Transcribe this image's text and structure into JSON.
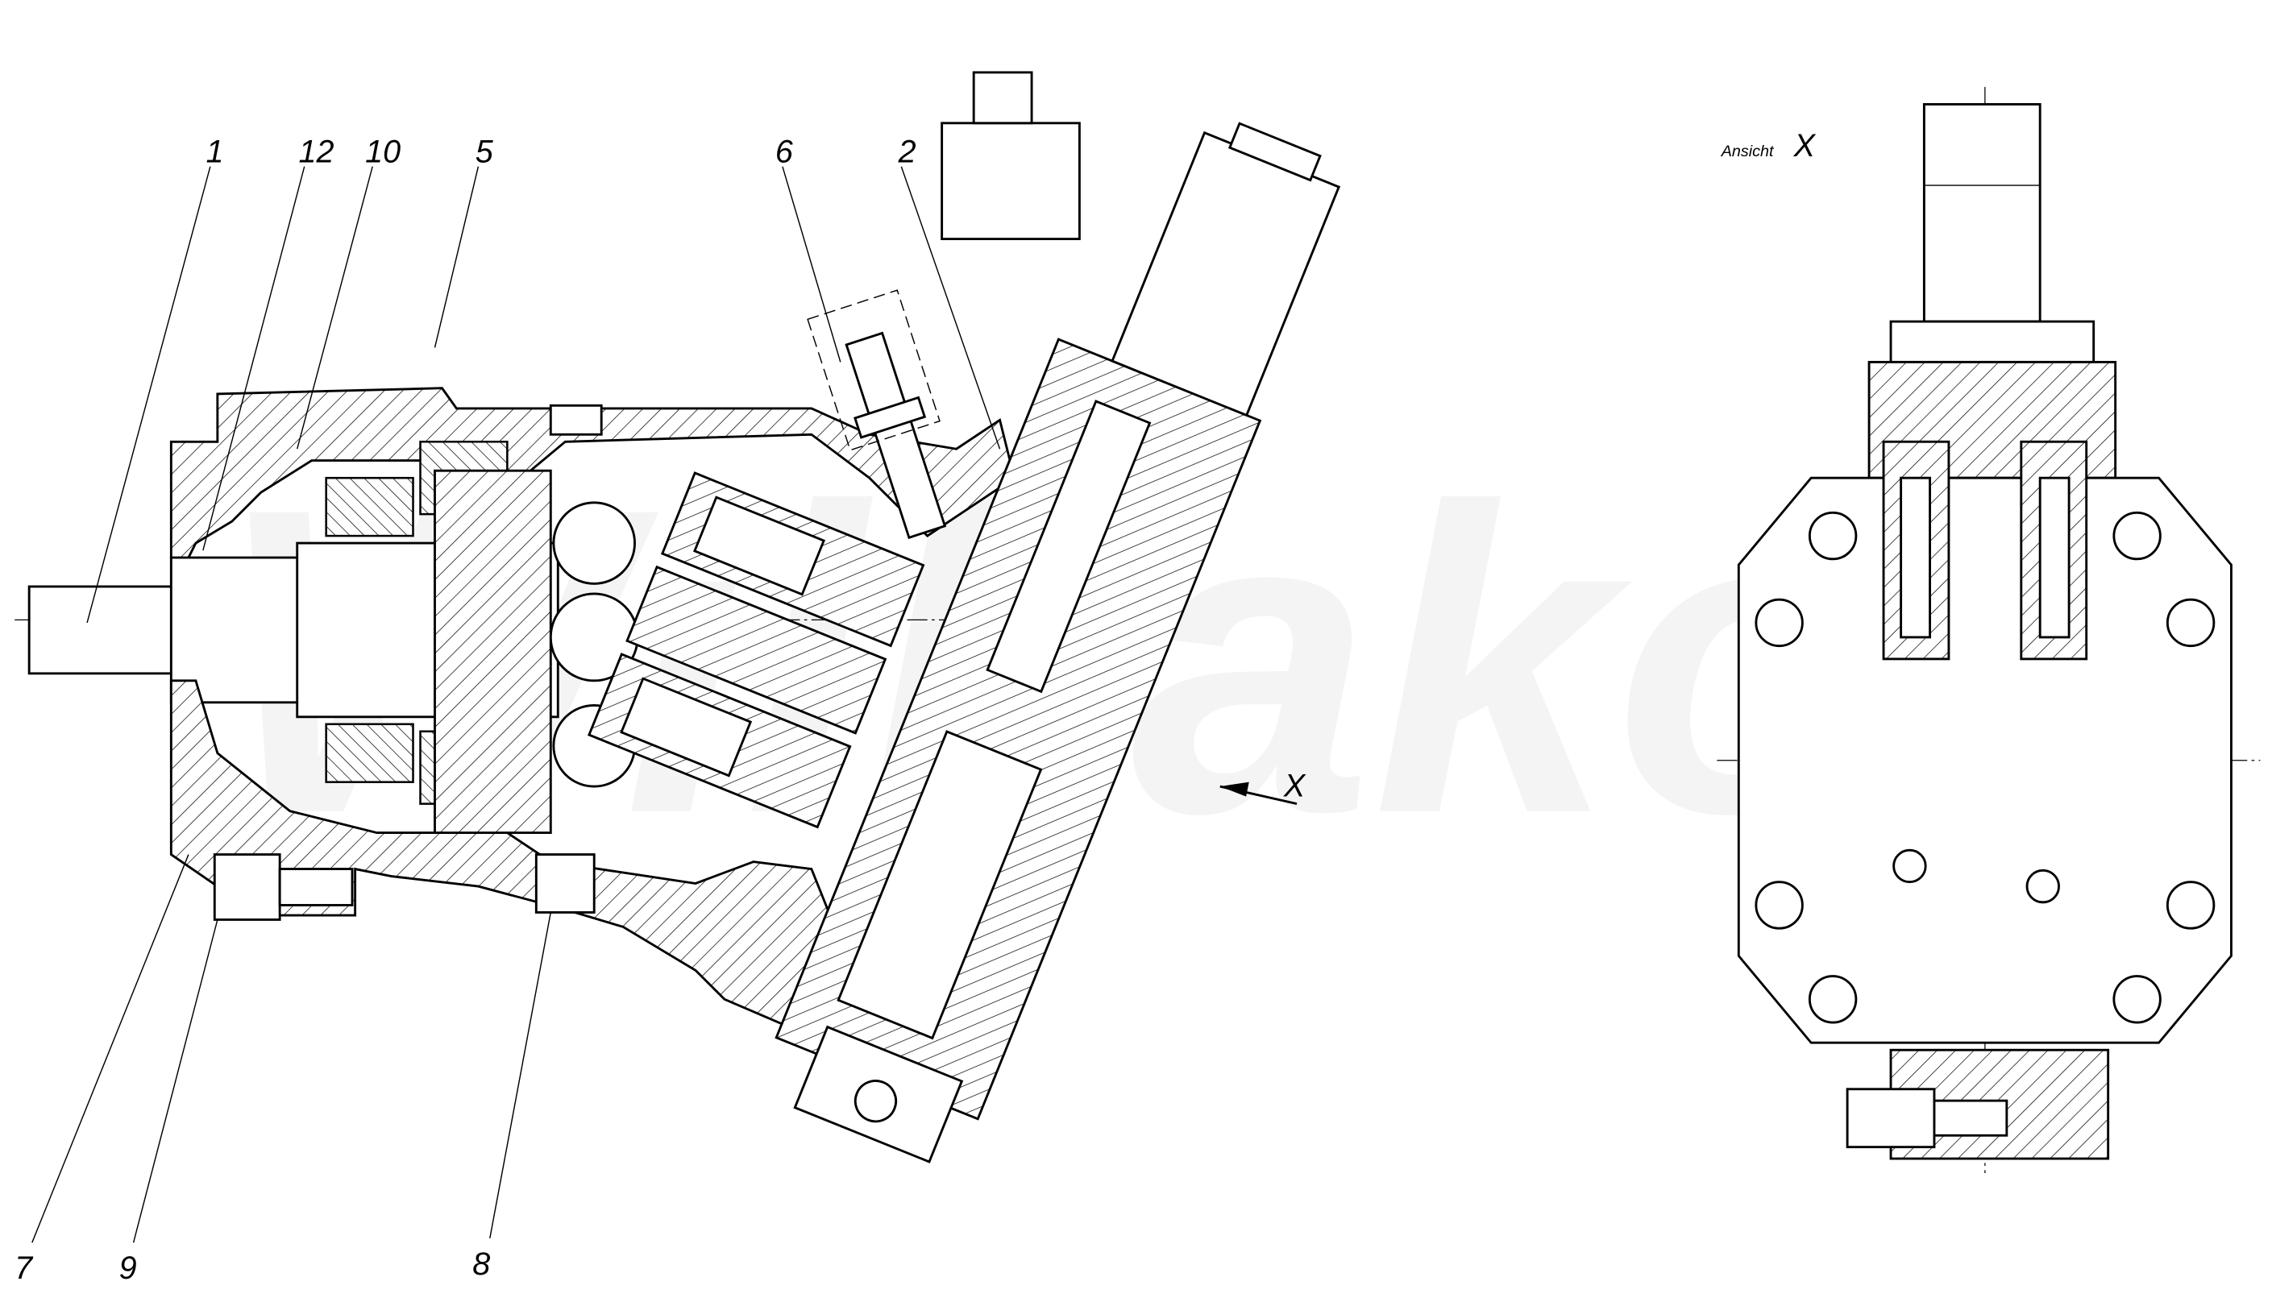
{
  "drawing": {
    "watermark": "Wilbako",
    "view_label": "Ansicht",
    "view_letter": "X",
    "arrow_letter": "X",
    "part_numbers": {
      "p1": "1",
      "p12": "12",
      "p10": "10",
      "p5": "5",
      "p6": "6",
      "p2": "2",
      "p7": "7",
      "p9": "9",
      "p8": "8"
    }
  }
}
